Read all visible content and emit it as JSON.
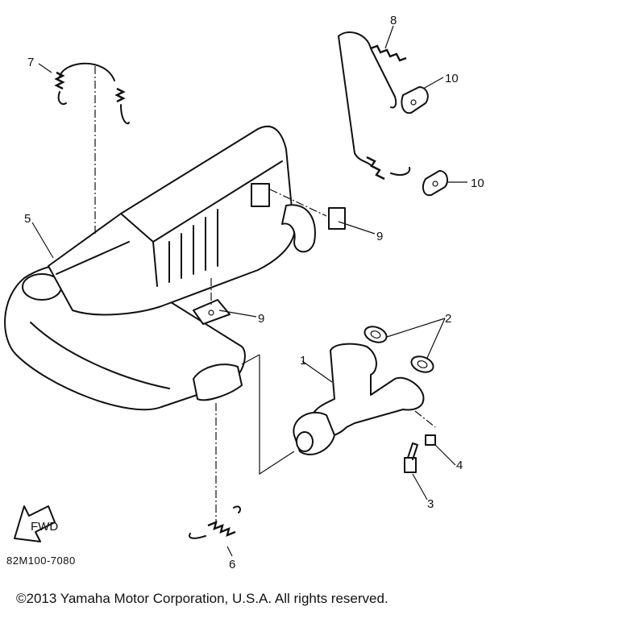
{
  "diagram": {
    "code": "82M100-7080",
    "copyright": "©2013 Yamaha Motor Corporation, U.S.A. All rights reserved.",
    "fwd_label": "FWD",
    "callouts": {
      "c1": "1",
      "c2": "2",
      "c3": "3",
      "c4": "4",
      "c5": "5",
      "c6": "6",
      "c7": "7",
      "c8": "8",
      "c9a": "9",
      "c9b": "9",
      "c10a": "10",
      "c10b": "10"
    }
  }
}
